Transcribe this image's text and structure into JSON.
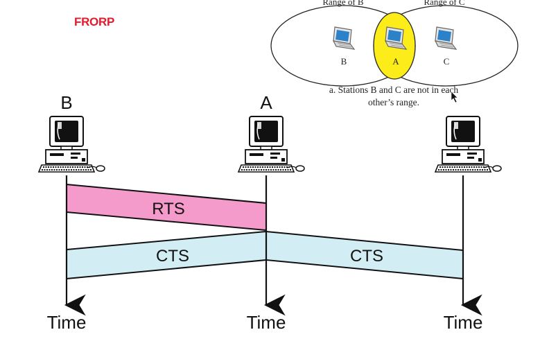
{
  "slide_title": "FRORP",
  "colors": {
    "title": "#e8182c",
    "rts_fill": "#f59bcb",
    "cts_fill": "#d3edf5",
    "highlight": "#fbec1a",
    "line": "#111111"
  },
  "inset": {
    "range_b_label": "Range of B",
    "range_c_label": "Range of C",
    "stations": [
      {
        "label": "B",
        "icon": "laptop-icon"
      },
      {
        "label": "A",
        "icon": "laptop-icon"
      },
      {
        "label": "C",
        "icon": "laptop-icon"
      }
    ],
    "caption_line1": "a. Stations B and C are not in each",
    "caption_line2": "other’s range."
  },
  "timeline": {
    "stations": [
      {
        "name": "B",
        "icon": "desktop-computer-icon"
      },
      {
        "name": "A",
        "icon": "desktop-computer-icon"
      },
      {
        "name": "",
        "icon": "desktop-computer-icon"
      }
    ],
    "time_label": "Time",
    "frames": [
      {
        "label": "RTS",
        "from": "B",
        "to": "A"
      },
      {
        "label": "CTS",
        "from": "A",
        "to": "B"
      },
      {
        "label": "CTS",
        "from": "A",
        "to": "C"
      }
    ]
  }
}
